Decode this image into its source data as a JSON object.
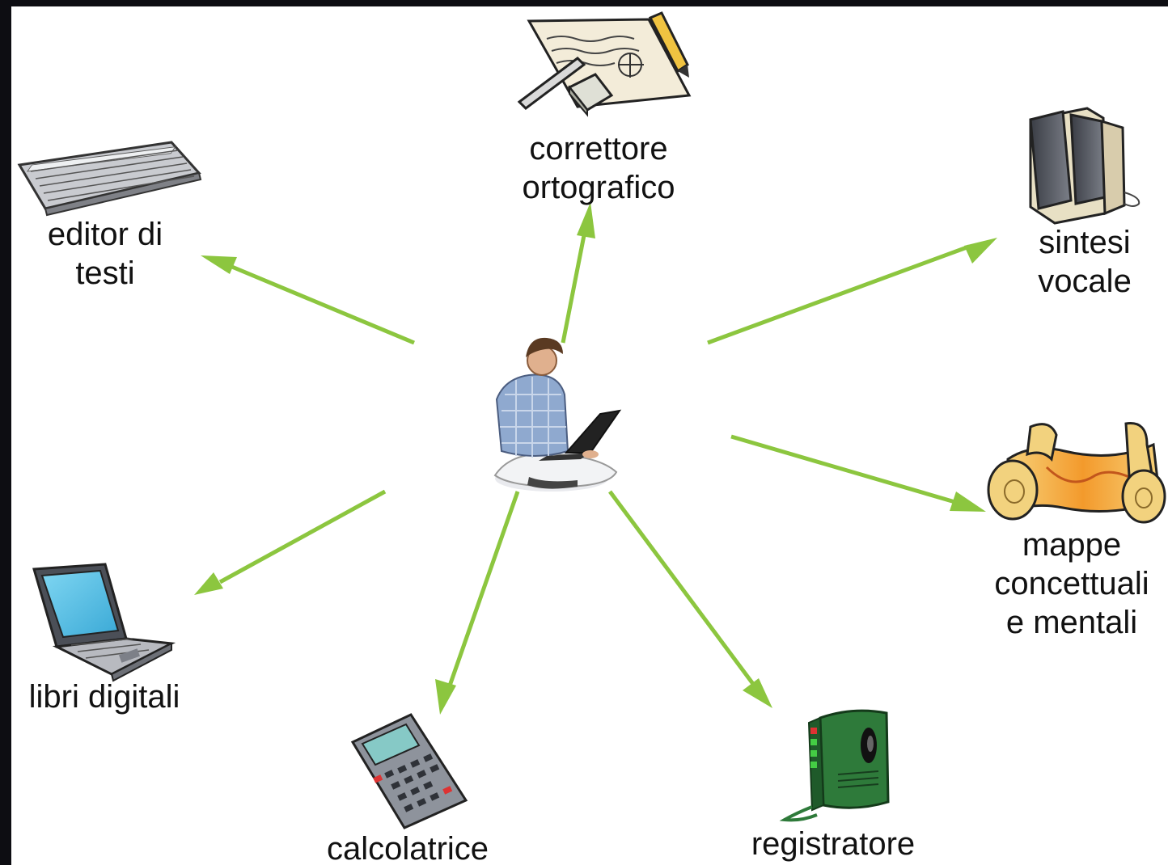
{
  "colors": {
    "arrow": "#8cc63f",
    "frame": "#0d0d12",
    "background": "#ffffff",
    "text": "#111111"
  },
  "center": {
    "icon": "student-with-laptop-icon"
  },
  "nodes": {
    "correttore": {
      "lines": [
        "correttore",
        "ortografico"
      ],
      "icon": "paper-eraser-pen-icon"
    },
    "editor": {
      "lines": [
        "editor di",
        "testi"
      ],
      "icon": "keyboard-icon"
    },
    "sintesi": {
      "lines": [
        "sintesi",
        "vocale"
      ],
      "icon": "speakers-icon"
    },
    "mappe": {
      "lines": [
        "mappe",
        "concettuali",
        "e mentali"
      ],
      "icon": "scroll-map-icon"
    },
    "libri": {
      "lines": [
        "libri digitali"
      ],
      "icon": "laptop-icon"
    },
    "calcolatrice": {
      "lines": [
        "calcolatrice"
      ],
      "icon": "calculator-icon"
    },
    "registratore": {
      "lines": [
        "registratore"
      ],
      "icon": "voice-recorder-icon"
    }
  }
}
